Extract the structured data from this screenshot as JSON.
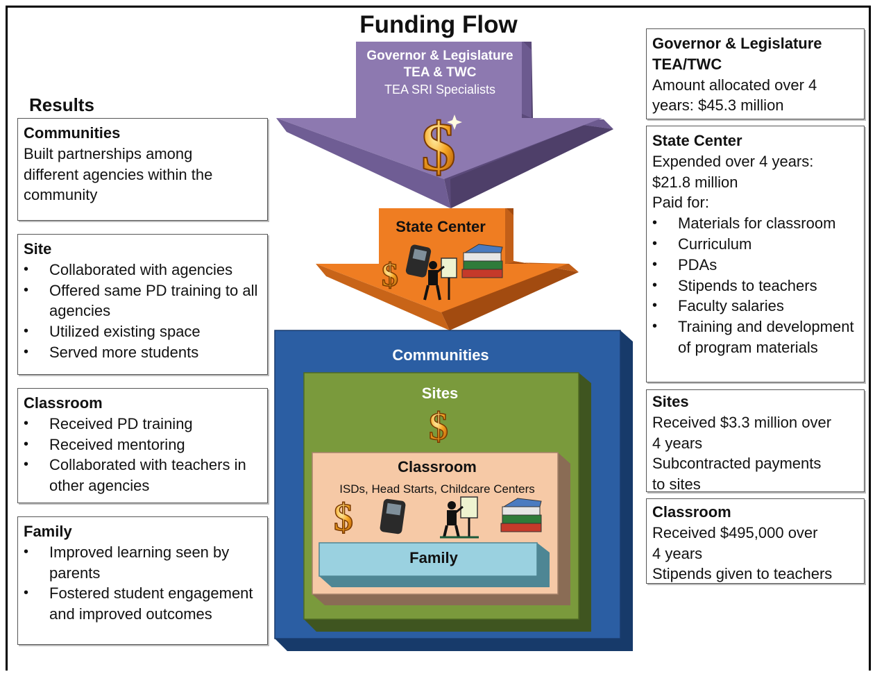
{
  "title": "Funding Flow",
  "results_title": "Results",
  "flow": {
    "top_arrow": {
      "line1": "Governor & Legislature",
      "line2": "TEA & TWC",
      "line3": "TEA SRI Specialists"
    },
    "state_center_arrow": {
      "label": "State Center"
    },
    "communities_label": "Communities",
    "sites_label": "Sites",
    "classroom_label": "Classroom",
    "classroom_sub": "ISDs, Head Starts, Childcare Centers",
    "family_label": "Family"
  },
  "results": {
    "communities": {
      "heading": "Communities",
      "text": [
        "Built partnerships among",
        "different agencies within the",
        "community"
      ]
    },
    "site": {
      "heading": "Site",
      "items": [
        "Collaborated with agencies",
        "Offered same PD training to all agencies",
        "Utilized existing space",
        "Served more students"
      ]
    },
    "classroom": {
      "heading": "Classroom",
      "items": [
        "Received PD training",
        "Received mentoring",
        "Collaborated with teachers in other agencies"
      ]
    },
    "family": {
      "heading": "Family",
      "items": [
        "Improved learning seen by parents",
        "Fostered student engagement and improved outcomes"
      ]
    }
  },
  "funding": {
    "governor": {
      "heading1": "Governor & Legislature",
      "heading2": "TEA/TWC",
      "text": [
        "Amount allocated over 4",
        "years:  $45.3 million"
      ]
    },
    "state_center": {
      "heading": "State Center",
      "text": [
        "Expended over 4 years:",
        "$21.8 million",
        "Paid for:"
      ],
      "items": [
        "Materials for classroom",
        "Curriculum",
        "PDAs",
        "Stipends to teachers",
        "Faculty salaries",
        "Training and development of program materials"
      ]
    },
    "sites": {
      "heading": "Sites",
      "text": [
        "Received $3.3 million over",
        "4 years",
        "Subcontracted payments",
        "to sites"
      ]
    },
    "classroom": {
      "heading": "Classroom",
      "text": [
        "Received $495,000 over",
        "4 years",
        "Stipends given to teachers"
      ]
    }
  },
  "colors": {
    "top_arrow": "#8d79b0",
    "state_arrow": "#ef7d22",
    "communities": "#2b5ea3",
    "sites": "#7a9a3c",
    "classroom": "#f6c9a6",
    "family": "#9ad1e0"
  },
  "icons": [
    "dollar-icon",
    "pda-icon",
    "teacher-icon",
    "books-icon"
  ]
}
